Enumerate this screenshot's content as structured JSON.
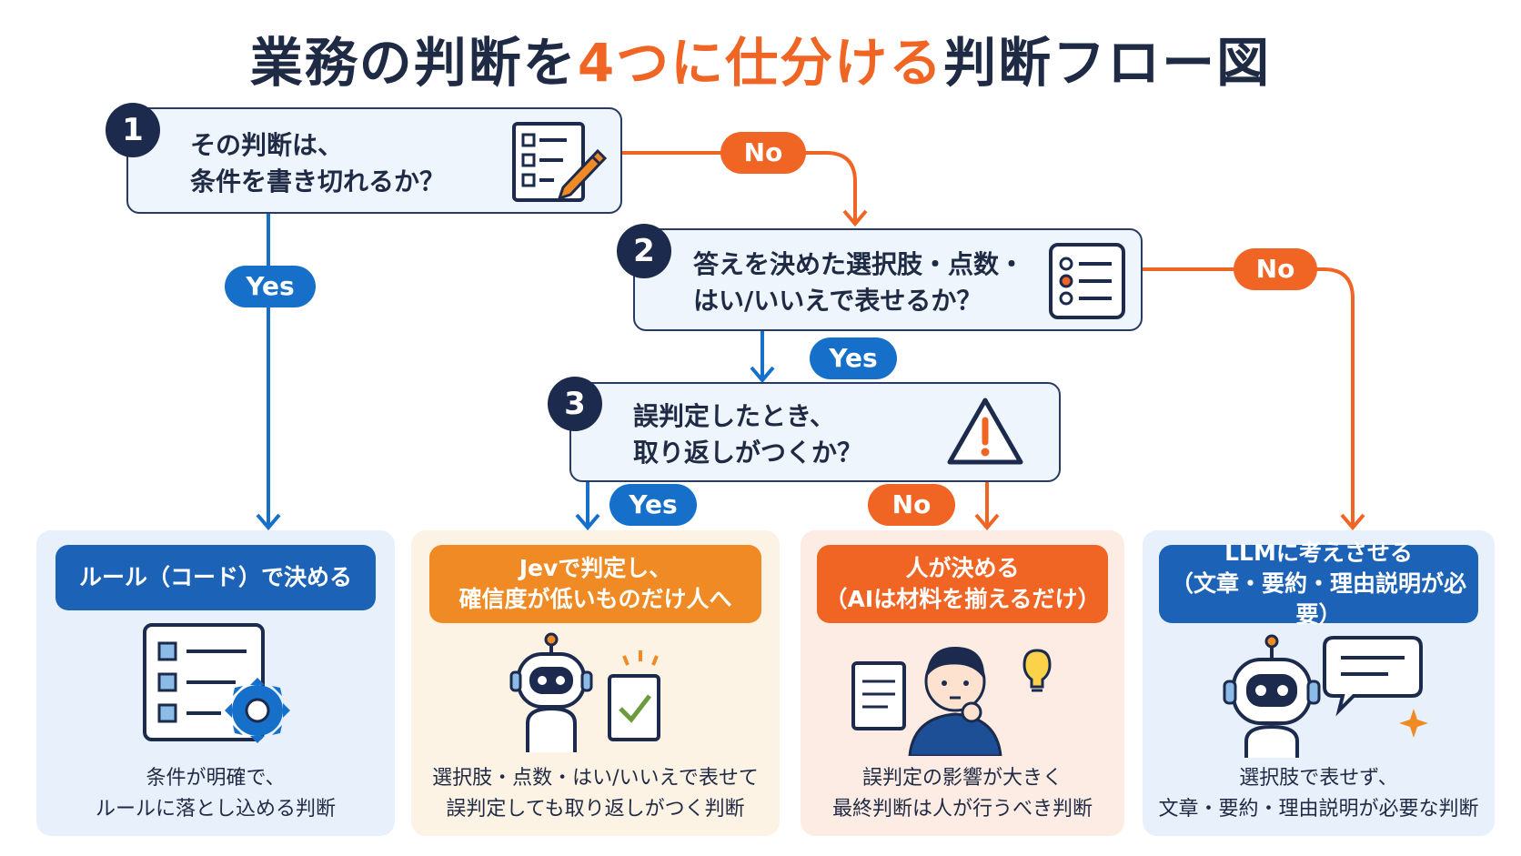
{
  "title": {
    "part1": "業務の判断を",
    "accent": "4つに仕分ける",
    "part2": "判断フロー図"
  },
  "questions": [
    {
      "num": "1",
      "line1": "その判断は、",
      "line2": "条件を書き切れるか？",
      "icon": "checklist-pencil-icon"
    },
    {
      "num": "2",
      "line1": "答えを決めた選択肢・点数・",
      "line2": "はい/いいえで表せるか？",
      "icon": "options-list-icon"
    },
    {
      "num": "3",
      "line1": "誤判定したとき、",
      "line2": "取り返しがつくか？",
      "icon": "warning-icon"
    }
  ],
  "branches": {
    "q1_yes": "Yes",
    "q1_no": "No",
    "q2_yes": "Yes",
    "q2_no": "No",
    "q3_yes": "Yes",
    "q3_no": "No"
  },
  "results": [
    {
      "head1": "ルール（コード）で決める",
      "head2": "",
      "desc1": "条件が明確で、",
      "desc2": "ルールに落とし込める判断",
      "icon": "rules-gear-icon"
    },
    {
      "head1": "Jevで判定し、",
      "head2": "確信度が低いものだけ人へ",
      "desc1": "選択肢・点数・はい/いいえで表せて",
      "desc2": "誤判定しても取り返しがつく判断",
      "icon": "robot-check-icon"
    },
    {
      "head1": "人が決める",
      "head2": "（AIは材料を揃えるだけ）",
      "desc1": "誤判定の影響が大きく",
      "desc2": "最終判断は人が行うべき判断",
      "icon": "person-thinking-icon"
    },
    {
      "head1": "LLMに考えさせる",
      "head2": "（文章・要約・理由説明が必要）",
      "desc1": "選択肢で表せず、",
      "desc2": "文章・要約・理由説明が必要な判断",
      "icon": "robot-speech-icon"
    }
  ],
  "colors": {
    "navy": "#1c2b4d",
    "blue": "#1670c9",
    "orange": "#f06424",
    "amber": "#f08a24",
    "rule_bg": "#e8f1fb",
    "jev_bg": "#fdf3e5",
    "human_bg": "#fdece3",
    "llm_bg": "#e8f1fb"
  }
}
